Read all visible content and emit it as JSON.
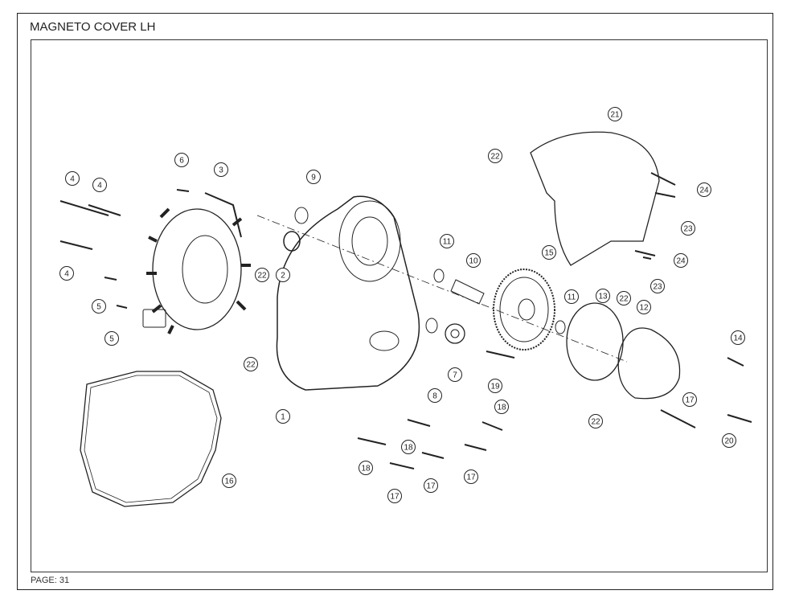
{
  "title": "MAGNETO COVER LH",
  "footer": "PAGE: 31",
  "callouts": [
    "4",
    "4",
    "4",
    "6",
    "3",
    "5",
    "5",
    "22",
    "2",
    "22",
    "9",
    "1",
    "11",
    "10",
    "8",
    "7",
    "15",
    "11",
    "19",
    "13",
    "22",
    "12",
    "21",
    "22",
    "24",
    "23",
    "24",
    "23",
    "14",
    "17",
    "20",
    "22",
    "18",
    "18",
    "18",
    "17",
    "17",
    "17",
    "16"
  ]
}
